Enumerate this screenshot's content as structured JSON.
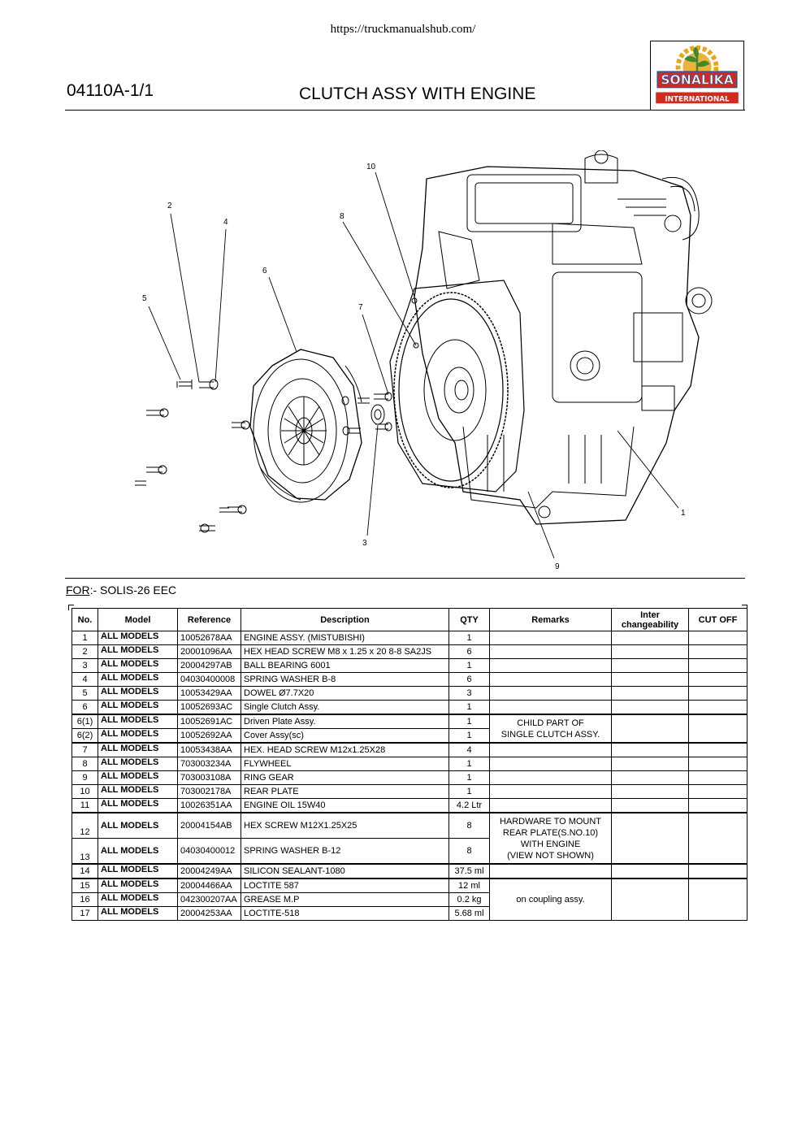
{
  "header": {
    "url": "https://truckmanualshub.com/",
    "doc_number": "04110A-1/1",
    "title": "CLUTCH ASSY WITH ENGINE"
  },
  "logo": {
    "brand": "SONALIKA",
    "sub": "INTERNATIONAL",
    "colors": {
      "red": "#d32a1e",
      "green": "#3f8a2e",
      "gold": "#e9a51b",
      "blue": "#2a55a8"
    }
  },
  "figure": {
    "callouts": [
      "1",
      "2",
      "3",
      "4",
      "5",
      "6",
      "7",
      "8",
      "9",
      "10"
    ]
  },
  "for_line": {
    "prefix": "FOR",
    "text": ":- SOLIS-26 EEC"
  },
  "table": {
    "headers": [
      "No.",
      "Model",
      "Reference",
      "Description",
      "QTY",
      "Remarks",
      "Inter changeability",
      "CUT OFF"
    ],
    "rows": [
      {
        "no": "1",
        "model": "ALL MODELS",
        "ref": "10052678AA",
        "desc": "ENGINE ASSY. (MISTUBISHI)",
        "qty": "1"
      },
      {
        "no": "2",
        "model": "ALL MODELS",
        "ref": "20001096AA",
        "desc": "HEX HEAD SCREW M8 x 1.25 x 20 8-8 SA2JS",
        "qty": "6"
      },
      {
        "no": "3",
        "model": "ALL MODELS",
        "ref": "20004297AB",
        "desc": "BALL BEARING 6001",
        "qty": "1"
      },
      {
        "no": "4",
        "model": "ALL MODELS",
        "ref": "04030400008",
        "desc": "SPRING WASHER B-8",
        "qty": "6"
      },
      {
        "no": "5",
        "model": "ALL MODELS",
        "ref": "10053429AA",
        "desc": "DOWEL Ø7.7X20",
        "qty": "3"
      },
      {
        "no": "6",
        "model": "ALL MODELS",
        "ref": "10052693AC",
        "desc": "Single Clutch Assy.",
        "qty": "1"
      },
      {
        "no": "6(1)",
        "model": "ALL MODELS",
        "ref": "10052691AC",
        "desc": "Driven Plate Assy.",
        "qty": "1"
      },
      {
        "no": "6(2)",
        "model": "ALL MODELS",
        "ref": "10052692AA",
        "desc": "Cover Assy(sc)",
        "qty": "1"
      },
      {
        "no": "7",
        "model": "ALL MODELS",
        "ref": "10053438AA",
        "desc": "HEX. HEAD SCREW M12x1.25X28",
        "qty": "4"
      },
      {
        "no": "8",
        "model": "ALL MODELS",
        "ref": "703003234A",
        "desc": "FLYWHEEL",
        "qty": "1"
      },
      {
        "no": "9",
        "model": "ALL MODELS",
        "ref": "703003108A",
        "desc": "RING GEAR",
        "qty": "1"
      },
      {
        "no": "10",
        "model": "ALL MODELS",
        "ref": "703002178A",
        "desc": "REAR PLATE",
        "qty": "1"
      },
      {
        "no": "11",
        "model": "ALL MODELS",
        "ref": "10026351AA",
        "desc": "ENGINE OIL 15W40",
        "qty": "4.2 Ltr"
      },
      {
        "no": "12",
        "model": "ALL MODELS",
        "ref": "20004154AB",
        "desc": "HEX SCREW M12X1.25X25",
        "qty": "8"
      },
      {
        "no": "13",
        "model": "ALL MODELS",
        "ref": "04030400012",
        "desc": "SPRING WASHER B-12",
        "qty": "8"
      },
      {
        "no": "14",
        "model": "ALL MODELS",
        "ref": "20004249AA",
        "desc": "SILICON SEALANT-1080",
        "qty": "37.5 ml"
      },
      {
        "no": "15",
        "model": "ALL MODELS",
        "ref": "20004466AA",
        "desc": "LOCTITE 587",
        "qty": "12 ml"
      },
      {
        "no": "16",
        "model": "ALL MODELS",
        "ref": "042300207AA",
        "desc": "GREASE M.P",
        "qty": "0.2 kg"
      },
      {
        "no": "17",
        "model": "ALL MODELS",
        "ref": "20004253AA",
        "desc": "LOCTITE-518",
        "qty": "5.68 ml"
      }
    ],
    "remarks": {
      "child_part": [
        "CHILD PART OF",
        "SINGLE CLUTCH ASSY."
      ],
      "hardware": [
        "HARDWARE TO MOUNT",
        "REAR PLATE(S.NO.10)",
        "WITH ENGINE",
        "(VIEW NOT SHOWN)"
      ],
      "coupling": "on coupling assy."
    }
  }
}
